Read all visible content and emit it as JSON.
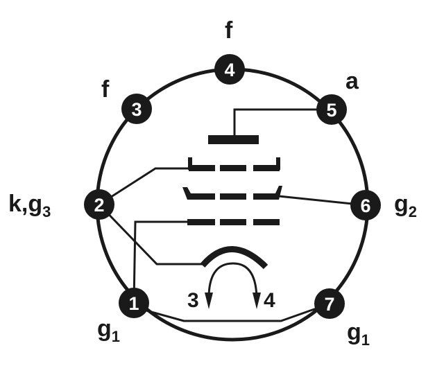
{
  "diagram": {
    "type": "vacuum tube base pinout",
    "ink_color": "#1a1a1a",
    "pins": [
      {
        "number": "1",
        "label": "g",
        "sub": "1"
      },
      {
        "number": "2",
        "label": "k,g",
        "sub": "3"
      },
      {
        "number": "3",
        "label": "f",
        "sub": ""
      },
      {
        "number": "4",
        "label": "f",
        "sub": ""
      },
      {
        "number": "5",
        "label": "a",
        "sub": ""
      },
      {
        "number": "6",
        "label": "g",
        "sub": "2"
      },
      {
        "number": "7",
        "label": "g",
        "sub": "1"
      }
    ],
    "heater_labels": {
      "left": "3",
      "right": "4"
    }
  }
}
